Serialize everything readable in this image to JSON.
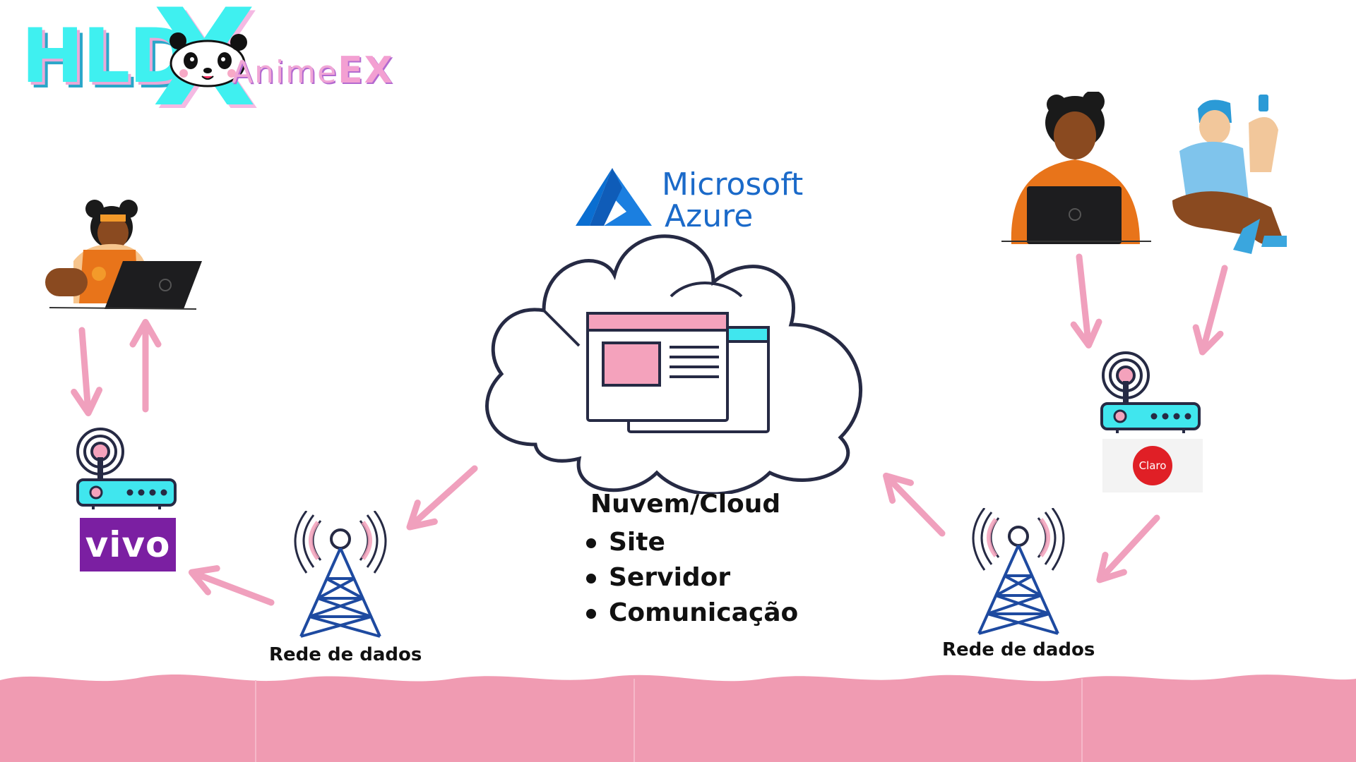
{
  "logo": {
    "main": "HLD",
    "x": "X",
    "sub_prefix": "Anime",
    "sub_suffix": "EX"
  },
  "cloud_provider": {
    "line1": "Microsoft",
    "line2": "Azure",
    "brand_color": "#1b6ac9"
  },
  "cloud": {
    "title": "Nuvem/Cloud",
    "items": [
      "Site",
      "Servidor",
      "Comunicação"
    ]
  },
  "left_network": {
    "isp": "vivo",
    "tower_label": "Rede de dados"
  },
  "right_network": {
    "isp": "Claro",
    "tower_label": "Rede de dados"
  },
  "colors": {
    "arrow": "#f0a0bd",
    "wave": "#f09bb2",
    "outline": "#1e2a4a",
    "router": "#40e6ee",
    "vivo": "#7b1fa2",
    "claro": "#e01f26"
  }
}
